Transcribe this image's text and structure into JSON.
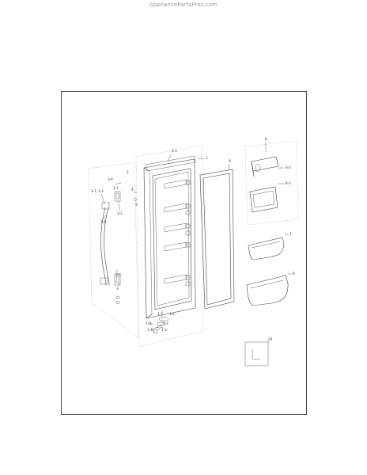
{
  "header": {
    "site_name": "AppliancePartsPros.com"
  },
  "callouts": {
    "c1": "1",
    "c1_1": "1-1",
    "c1_2": "1-2",
    "c1_3": "1-3",
    "c1_4": "1-4",
    "c1_5": "1-5",
    "c1_6": "1-6",
    "c1_7": "1-7",
    "c1_8": "1-8",
    "c2": "2",
    "c3": "3",
    "c3_1": "3-1",
    "c3_2": "3-2",
    "c3_3": "3-3",
    "c3_4": "3-4",
    "c3_5": "3-5",
    "c3_6": "3-6",
    "c3_7": "3-7",
    "c4": "4",
    "c5": "5",
    "c5_1": "5-1",
    "c6": "6",
    "c6_1": "6-1",
    "c6_2": "6-2",
    "c7": "7",
    "c8": "8",
    "c10": "10"
  }
}
